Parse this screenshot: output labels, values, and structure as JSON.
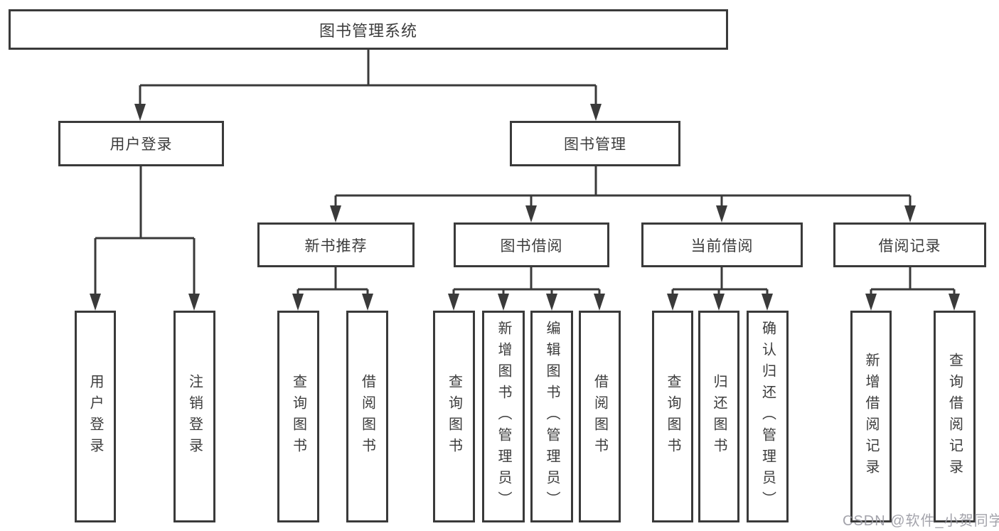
{
  "diagram_type": "hierarchy-tree",
  "tree": {
    "label": "图书管理系统",
    "children": [
      {
        "label": "用户登录",
        "children": [
          {
            "label": "用户登录"
          },
          {
            "label": "注销登录"
          }
        ]
      },
      {
        "label": "图书管理",
        "children": [
          {
            "label": "新书推荐",
            "children": [
              {
                "label": "查询图书"
              },
              {
                "label": "借阅图书"
              }
            ]
          },
          {
            "label": "图书借阅",
            "children": [
              {
                "label": "查询图书"
              },
              {
                "label": "新增图书（管理员）"
              },
              {
                "label": "编辑图书（管理员）"
              },
              {
                "label": "借阅图书"
              }
            ]
          },
          {
            "label": "当前借阅",
            "children": [
              {
                "label": "查询图书"
              },
              {
                "label": "归还图书"
              },
              {
                "label": "确认归还（管理员）"
              }
            ]
          },
          {
            "label": "借阅记录",
            "children": [
              {
                "label": "新增借阅记录"
              },
              {
                "label": "查询借阅记录"
              }
            ]
          }
        ]
      }
    ]
  },
  "watermark": "CSDN @软件_小贺同学",
  "colors": {
    "line": "#3a3a3a",
    "text": "#3c3c3c",
    "watermark": "#9a9aa2",
    "background": "#ffffff"
  }
}
